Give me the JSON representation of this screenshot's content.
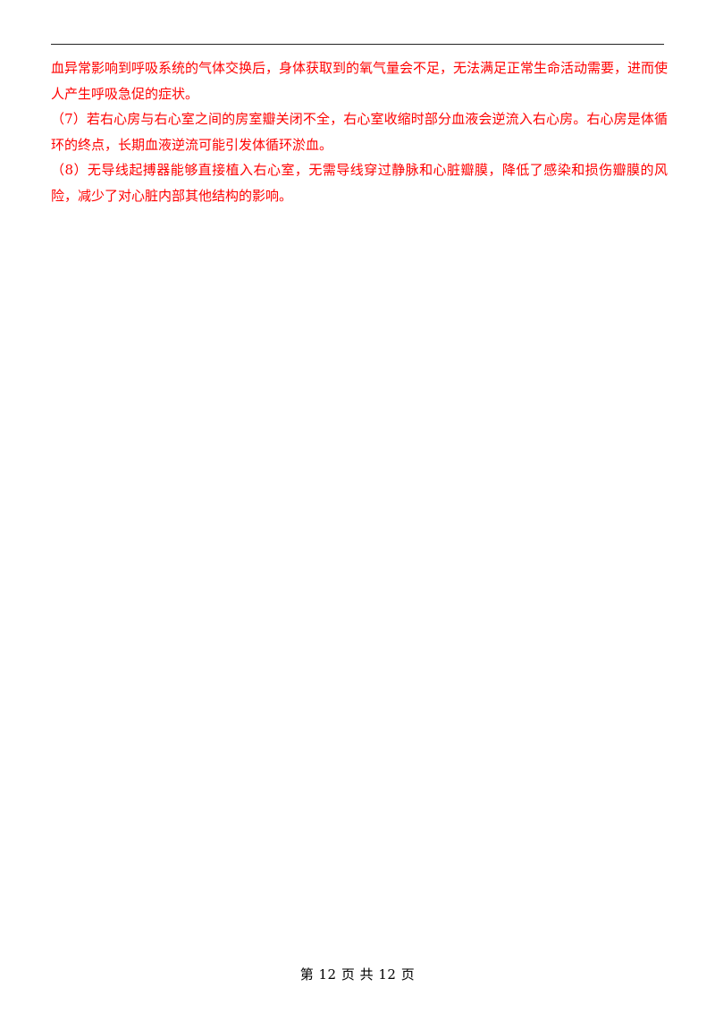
{
  "document": {
    "paragraphs": [
      "血异常影响到呼吸系统的气体交换后，身体获取到的氧气量会不足，无法满足正常生命活动需要，进而使人产生呼吸急促的症状。",
      "（7）若右心房与右心室之间的房室瓣关闭不全，右心室收缩时部分血液会逆流入右心房。右心房是体循环的终点，长期血液逆流可能引发体循环淤血。",
      "（8）无导线起搏器能够直接植入右心室，无需导线穿过静脉和心脏瓣膜，降低了感染和损伤瓣膜的风险，减少了对心脏内部其他结构的影响。"
    ],
    "text_color": "#ff0000"
  },
  "footer": {
    "page_label": "第 12 页 共 12 页"
  }
}
